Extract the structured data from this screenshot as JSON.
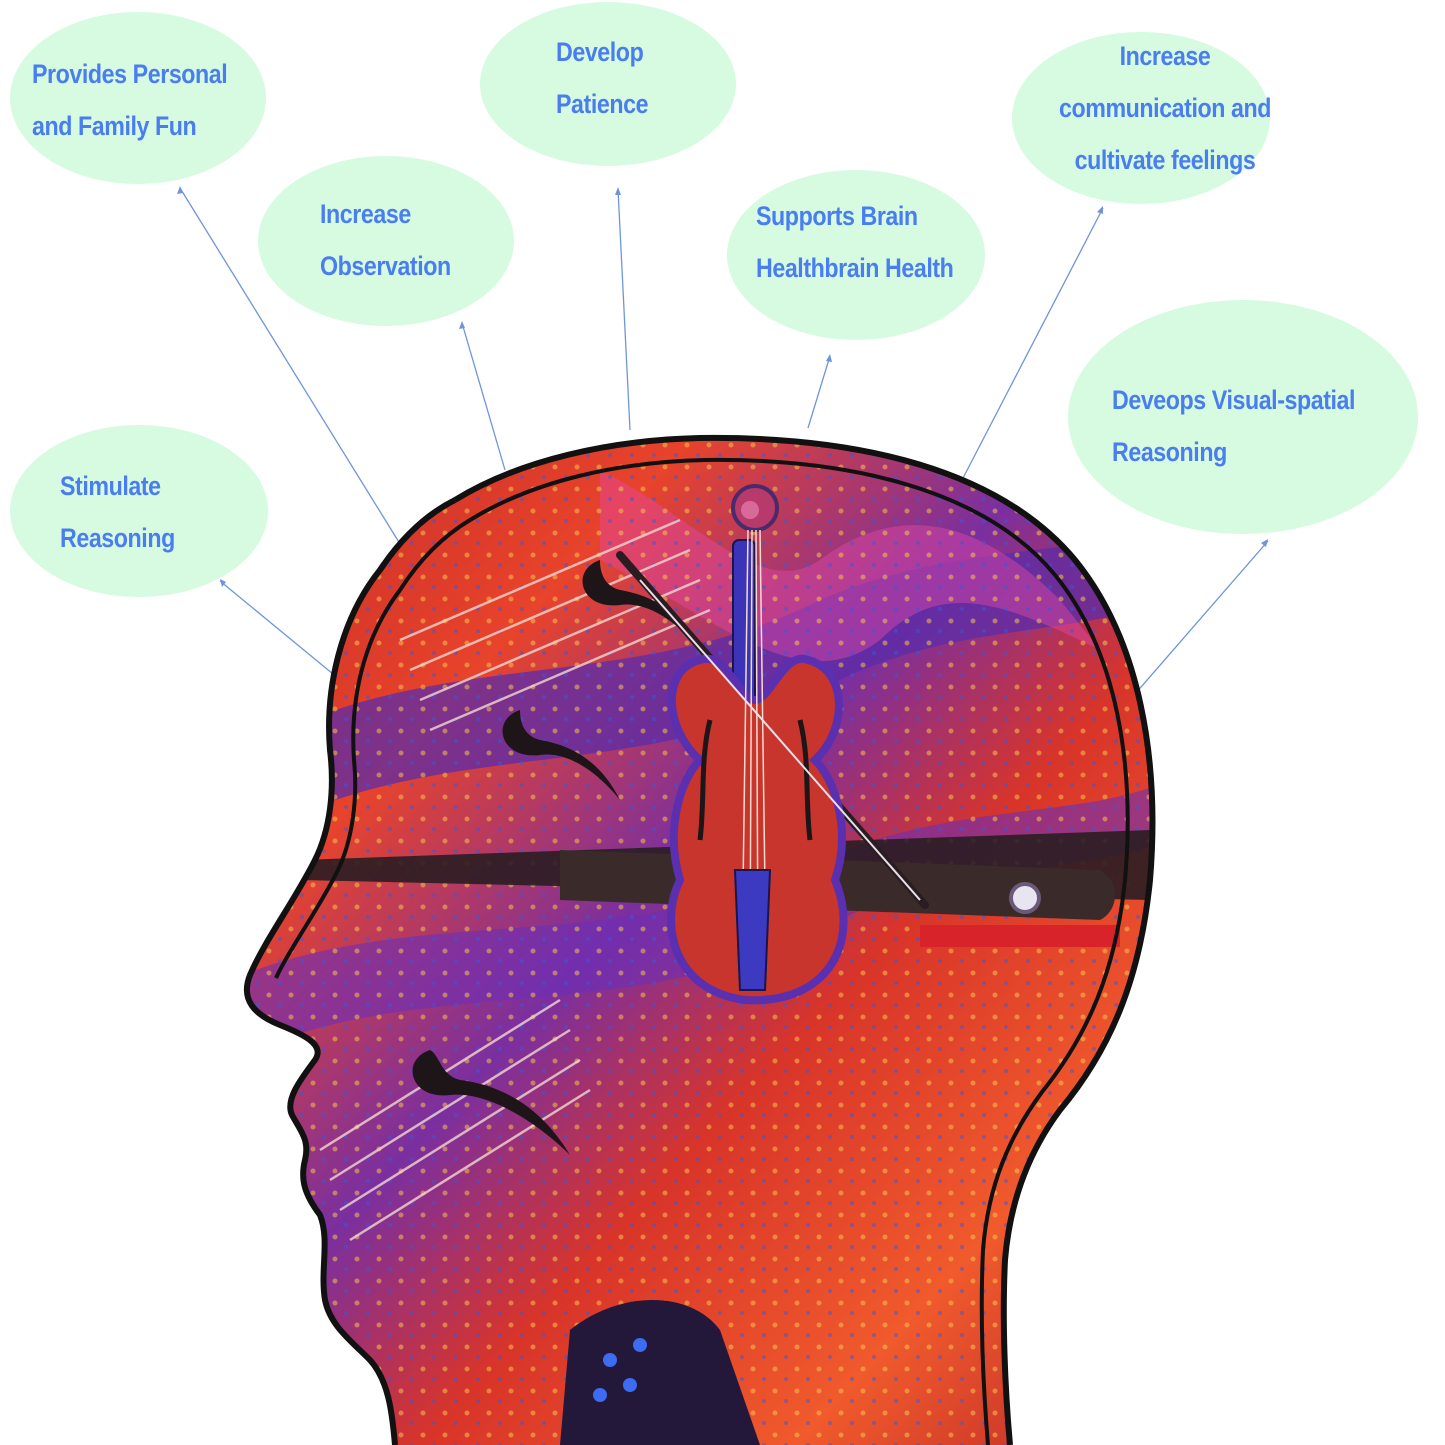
{
  "colors": {
    "bubble_fill": "#d6fbe0",
    "bubble_text": "#4a7df0",
    "connector": "#6f95d8",
    "head_outline": "#111111"
  },
  "benefits": [
    {
      "id": "provides-personal-family-fun",
      "lines": [
        "Provides Personal",
        "and Family Fun"
      ]
    },
    {
      "id": "increase-observation",
      "lines": [
        "Increase",
        "Observation"
      ]
    },
    {
      "id": "develop-patience",
      "lines": [
        "Develop",
        "Patience"
      ]
    },
    {
      "id": "supports-brain-health",
      "lines": [
        "Supports Brain",
        "Healthbrain Health"
      ]
    },
    {
      "id": "increase-communication",
      "lines": [
        "Increase",
        "communication and",
        "cultivate feelings"
      ]
    },
    {
      "id": "develops-visual-spatial",
      "lines": [
        "Deveops Visual-spatial",
        "Reasoning"
      ]
    },
    {
      "id": "stimulate-reasoning",
      "lines": [
        "Stimulate",
        "Reasoning"
      ]
    }
  ],
  "illustration": {
    "subject": "violin-puzzle-head-icon"
  }
}
